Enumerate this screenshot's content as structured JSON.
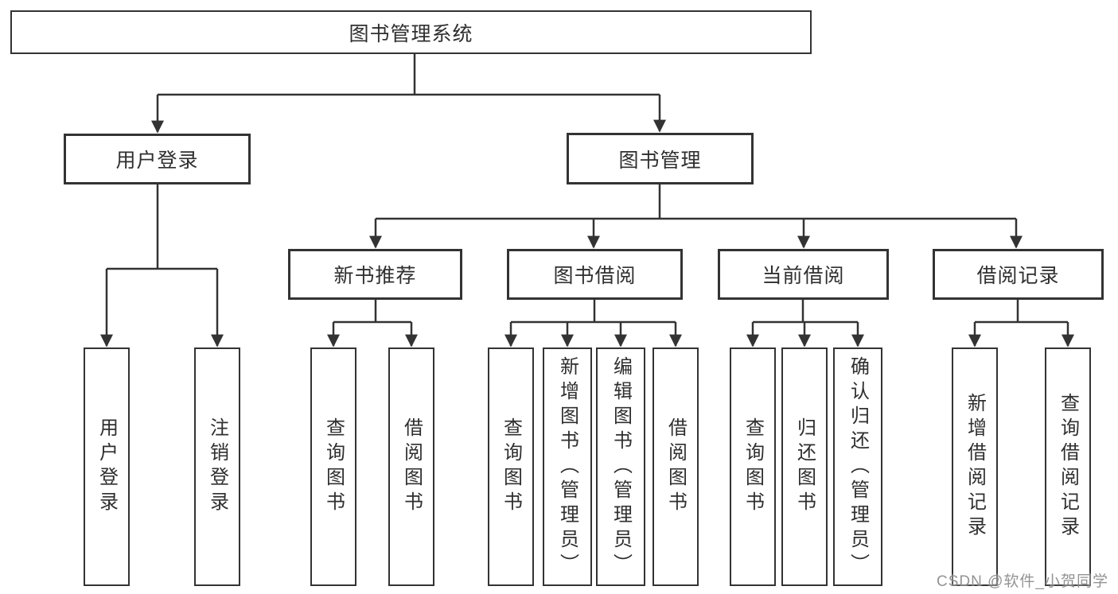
{
  "diagram": {
    "root": "图书管理系统",
    "branches": {
      "user_login": {
        "label": "用户登录",
        "children": {
          "login": "用户登录",
          "logout": "注销登录"
        }
      },
      "book_mgmt": {
        "label": "图书管理",
        "children": {
          "new_book_rec": {
            "label": "新书推荐",
            "children": {
              "query_books": "查询图书",
              "borrow_books": "借阅图书"
            }
          },
          "book_borrow": {
            "label": "图书借阅",
            "children": {
              "query_books": "查询图书",
              "add_books_admin": "新增图书（管理员）",
              "edit_books_admin": "编辑图书（管理员）",
              "borrow_books": "借阅图书"
            }
          },
          "current_borrow": {
            "label": "当前借阅",
            "children": {
              "query_books": "查询图书",
              "return_books": "归还图书",
              "confirm_return_admin": "确认归还（管理员）"
            }
          },
          "borrow_records": {
            "label": "借阅记录",
            "children": {
              "add_borrow_record": "新增借阅记录",
              "query_borrow_record": "查询借阅记录"
            }
          }
        }
      }
    }
  },
  "watermark": "CSDN @软件_小贺同学",
  "colors": {
    "line": "#333333",
    "border": "#333333",
    "text": "#2f2f2f",
    "background": "#ffffff",
    "watermark": "#808080"
  }
}
